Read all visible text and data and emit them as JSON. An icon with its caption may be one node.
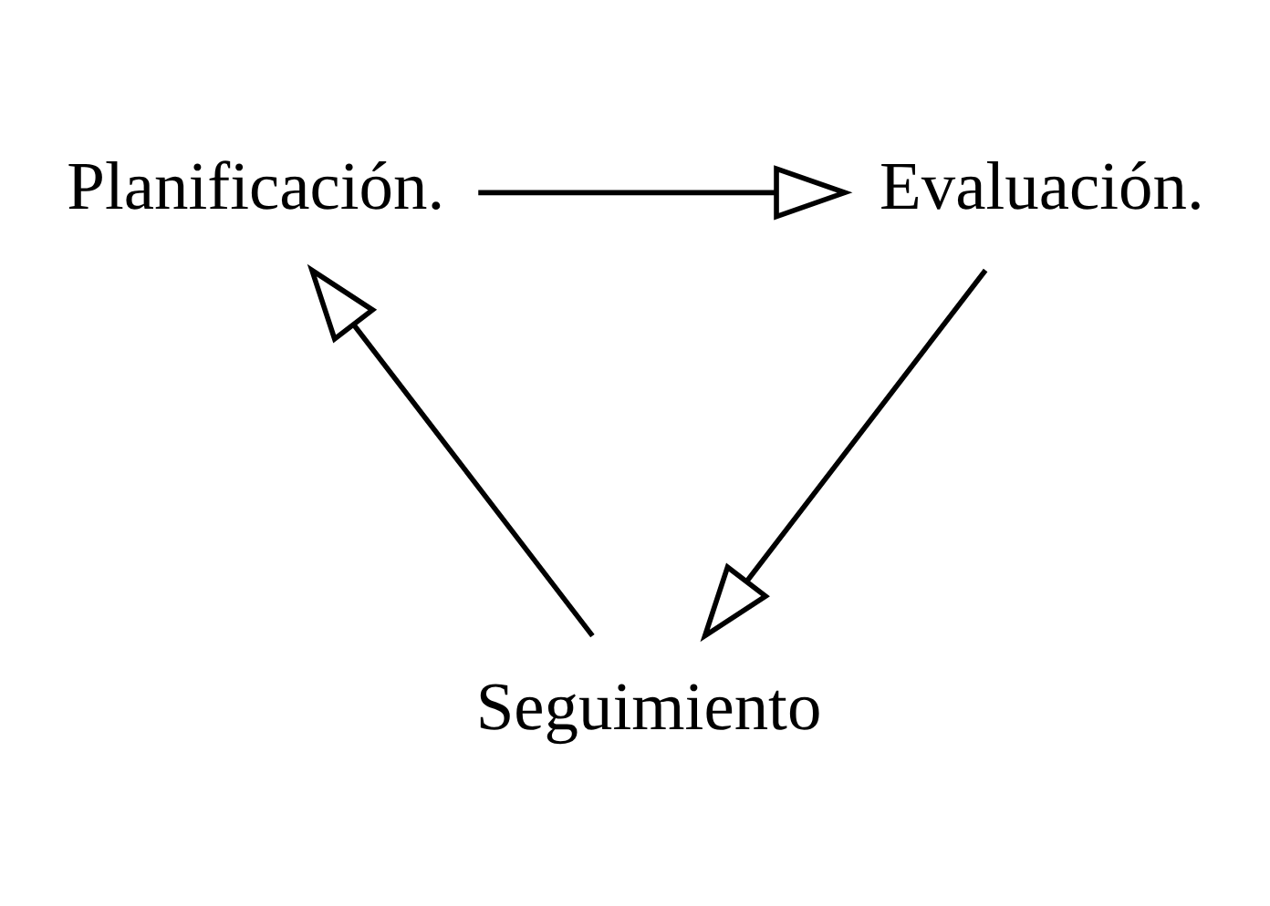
{
  "diagram": {
    "nodes": [
      {
        "text": [
          "Evaluación."
        ]
      },
      {
        "text": [
          "Planificación."
        ]
      },
      {
        "text": [
          "Seguimiento"
        ]
      }
    ],
    "edges": [
      {
        "from": 1,
        "to": 0,
        "arrow": "to"
      },
      {
        "from": 0,
        "to": 2,
        "arrow": "to"
      },
      {
        "from": 2,
        "to": 1,
        "arrow": "to"
      }
    ]
  }
}
